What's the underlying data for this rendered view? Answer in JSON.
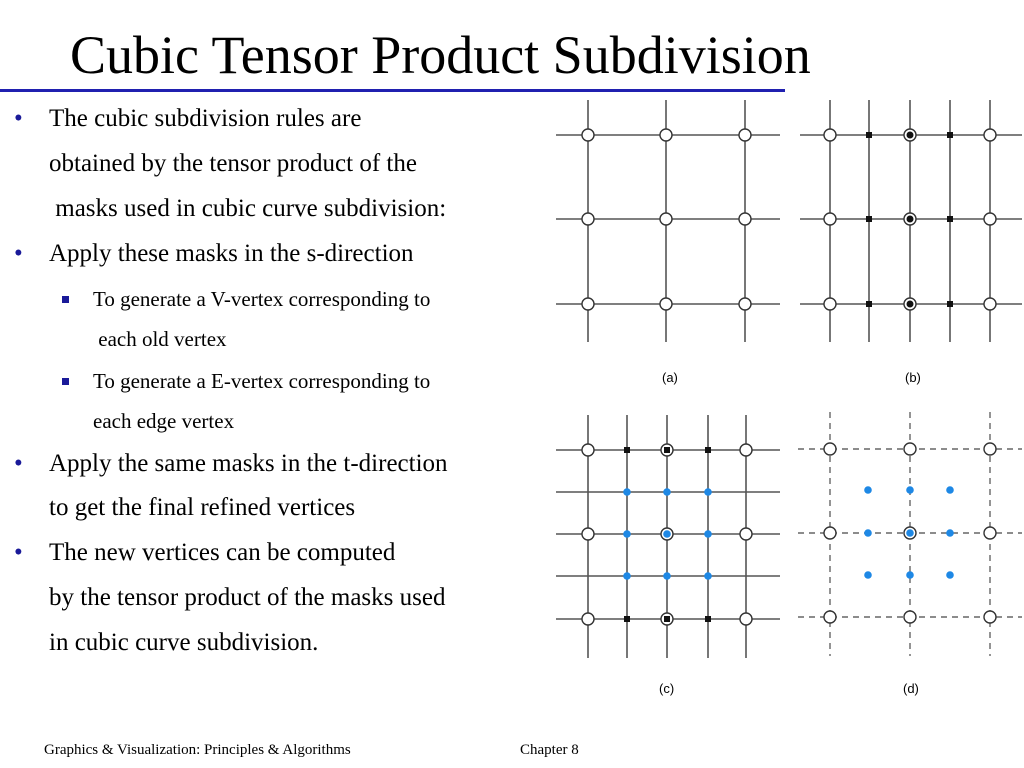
{
  "slide": {
    "title": "Cubic Tensor Product Subdivision",
    "accent_color": "#2020b0",
    "bullet_color": "#1a1a99"
  },
  "bullets": [
    {
      "lines": [
        "The cubic subdivision rules are",
        "obtained by the tensor product of the",
        " masks used in cubic curve subdivision:"
      ]
    },
    {
      "lines": [
        "Apply these masks in the s-direction"
      ],
      "sub": [
        {
          "lines": [
            "To generate a V-vertex corresponding to",
            " each old vertex"
          ]
        },
        {
          "lines": [
            "To generate a E-vertex corresponding to",
            "each edge vertex"
          ]
        }
      ]
    },
    {
      "lines": [
        "Apply the same masks in the t-direction",
        "to get the final refined vertices"
      ]
    },
    {
      "lines": [
        "The new vertices can be computed",
        "by the tensor product of the masks used",
        "in cubic curve subdivision."
      ]
    }
  ],
  "bullet_glyph": "•",
  "figures": {
    "labels": [
      "(a)",
      "(b)",
      "(c)",
      "(d)"
    ],
    "colors": {
      "line": "#555555",
      "blue_vertex": "#1e88e5"
    }
  },
  "footer": {
    "left": "Graphics & Visualization: Principles & Algorithms",
    "right": "Chapter 8"
  }
}
